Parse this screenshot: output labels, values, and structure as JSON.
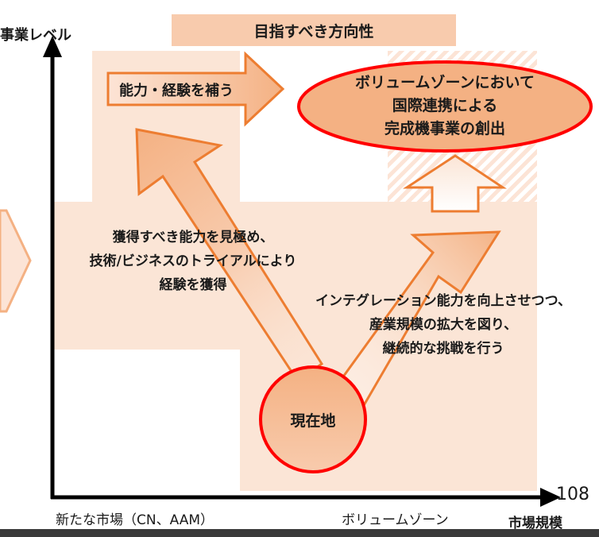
{
  "y_axis_label": "事業レベル",
  "x_axis_label": "市場規模",
  "header_banner": "目指すべき方向性",
  "x_category_left": "新たな市場（CN、AAM）",
  "x_category_right": "ボリュームゾーン",
  "page_number": "108",
  "arrow_top_label": "能力・経験を補う",
  "goal_ellipse": {
    "line1": "ボリュームゾーンにおいて",
    "line2": "国際連携による",
    "line3": "完成機事業の創出"
  },
  "left_path_text": {
    "line1": "獲得すべき能力を見極め、",
    "line2": "技術/ビジネスのトライアルにより",
    "line3": "経験を獲得"
  },
  "right_path_text": {
    "line1": "インテグレーション能力を向上させつつ、",
    "line2": "産業規模の拡大を図り、",
    "line3": "継続的な挑戦を行う"
  },
  "current_position_label": "現在地",
  "colors": {
    "cell_fill": "#fbe5d6",
    "banner_fill": "#f8cbad",
    "arrow_stroke": "#ed7d31",
    "arrow_fill": "#f4b183",
    "circle_border": "#ff0000",
    "axis": "#000000"
  }
}
